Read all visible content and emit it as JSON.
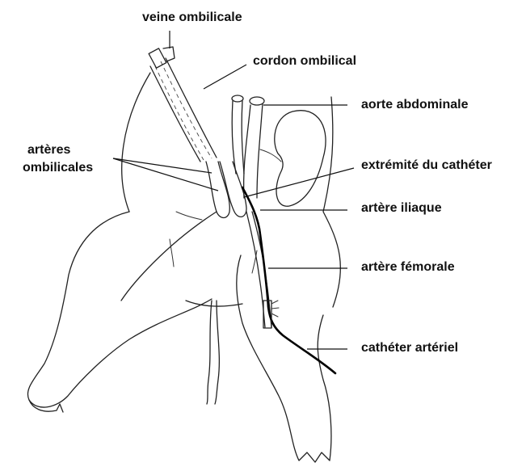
{
  "labels": {
    "umbilical_vein": "veine ombilicale",
    "umbilical_cord": "cordon ombilical",
    "abdominal_aorta": "aorte abdominale",
    "umbilical_arteries_line1": "artères",
    "umbilical_arteries_line2": "ombilicales",
    "catheter_tip": "extrémité du cathéter",
    "iliac_artery": "artère iliaque",
    "femoral_artery": "artère fémorale",
    "arterial_catheter": "cathéter artériel"
  }
}
